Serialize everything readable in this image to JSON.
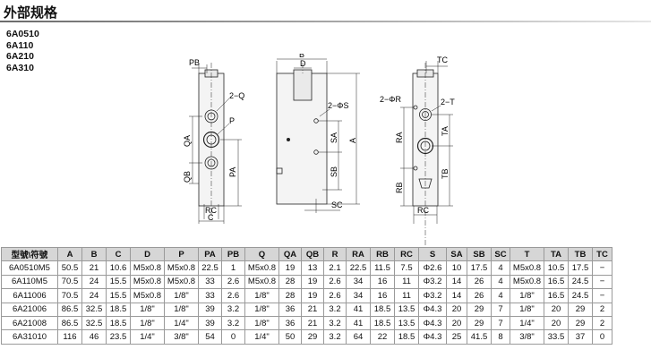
{
  "title": "外部规格",
  "models": [
    "6A0510",
    "6A110",
    "6A210",
    "6A310"
  ],
  "drawing_labels": {
    "front_pb": "PB",
    "front_2q": "2−Q",
    "front_p": "P",
    "front_qa": "QA",
    "front_pa": "PA",
    "front_qb": "QB",
    "front_rc": "RC",
    "front_c": "C",
    "side_b": "B",
    "side_d": "D",
    "side_2s": "2−ΦS",
    "side_a": "A",
    "side_sa": "SA",
    "side_sb": "SB",
    "side_sc": "SC",
    "right_tc": "TC",
    "right_2r": "2−ΦR",
    "right_2t": "2−T",
    "right_ra": "RA",
    "right_ta": "TA",
    "right_tb": "TB",
    "right_rb": "RB",
    "right_rc": "RC"
  },
  "table": {
    "headers": [
      "型號\\符號",
      "A",
      "B",
      "C",
      "D",
      "P",
      "PA",
      "PB",
      "Q",
      "QA",
      "QB",
      "R",
      "RA",
      "RB",
      "RC",
      "S",
      "SA",
      "SB",
      "SC",
      "T",
      "TA",
      "TB",
      "TC"
    ],
    "rows": [
      [
        "6A0510M5",
        "50.5",
        "21",
        "10.6",
        "M5x0.8",
        "M5x0.8",
        "22.5",
        "1",
        "M5x0.8",
        "19",
        "13",
        "2.1",
        "22.5",
        "11.5",
        "7.5",
        "Φ2.6",
        "10",
        "17.5",
        "4",
        "M5x0.8",
        "10.5",
        "17.5",
        "−"
      ],
      [
        "6A110M5",
        "70.5",
        "24",
        "15.5",
        "M5x0.8",
        "M5x0.8",
        "33",
        "2.6",
        "M5x0.8",
        "28",
        "19",
        "2.6",
        "34",
        "16",
        "11",
        "Φ3.2",
        "14",
        "26",
        "4",
        "M5x0.8",
        "16.5",
        "24.5",
        "−"
      ],
      [
        "6A11006",
        "70.5",
        "24",
        "15.5",
        "M5x0.8",
        "1/8\"",
        "33",
        "2.6",
        "1/8\"",
        "28",
        "19",
        "2.6",
        "34",
        "16",
        "11",
        "Φ3.2",
        "14",
        "26",
        "4",
        "1/8\"",
        "16.5",
        "24.5",
        "−"
      ],
      [
        "6A21006",
        "86.5",
        "32.5",
        "18.5",
        "1/8\"",
        "1/8\"",
        "39",
        "3.2",
        "1/8\"",
        "36",
        "21",
        "3.2",
        "41",
        "18.5",
        "13.5",
        "Φ4.3",
        "20",
        "29",
        "7",
        "1/8\"",
        "20",
        "29",
        "2"
      ],
      [
        "6A21008",
        "86.5",
        "32.5",
        "18.5",
        "1/8\"",
        "1/4\"",
        "39",
        "3.2",
        "1/8\"",
        "36",
        "21",
        "3.2",
        "41",
        "18.5",
        "13.5",
        "Φ4.3",
        "20",
        "29",
        "7",
        "1/4\"",
        "20",
        "29",
        "2"
      ],
      [
        "6A31010",
        "116",
        "46",
        "23.5",
        "1/4\"",
        "3/8\"",
        "54",
        "0",
        "1/4\"",
        "50",
        "29",
        "3.2",
        "64",
        "22",
        "18.5",
        "Φ4.3",
        "25",
        "41.5",
        "8",
        "3/8\"",
        "33.5",
        "37",
        "0"
      ]
    ]
  }
}
